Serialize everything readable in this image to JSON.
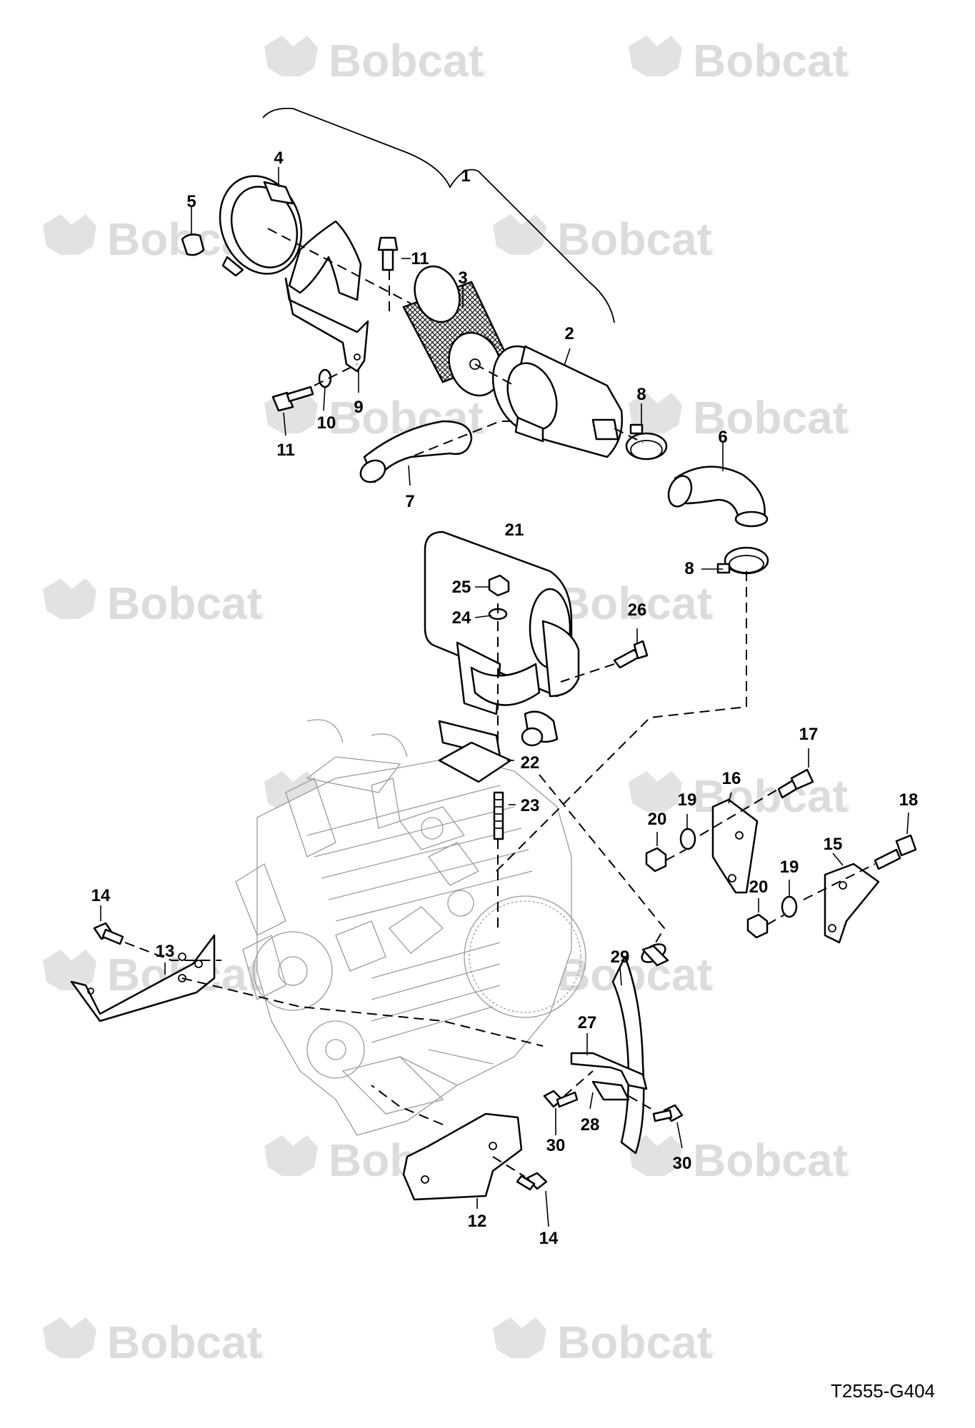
{
  "watermark": {
    "text": "Bobcat",
    "mark": "®"
  },
  "callouts": [
    "1",
    "2",
    "3",
    "4",
    "5",
    "6",
    "7",
    "8",
    "8",
    "9",
    "10",
    "11",
    "11",
    "12",
    "13",
    "14",
    "14",
    "15",
    "16",
    "17",
    "18",
    "19",
    "19",
    "20",
    "20",
    "21",
    "22",
    "23",
    "24",
    "25",
    "26",
    "27",
    "28",
    "29",
    "30",
    "30"
  ],
  "drawing_id": "T2555-G404"
}
